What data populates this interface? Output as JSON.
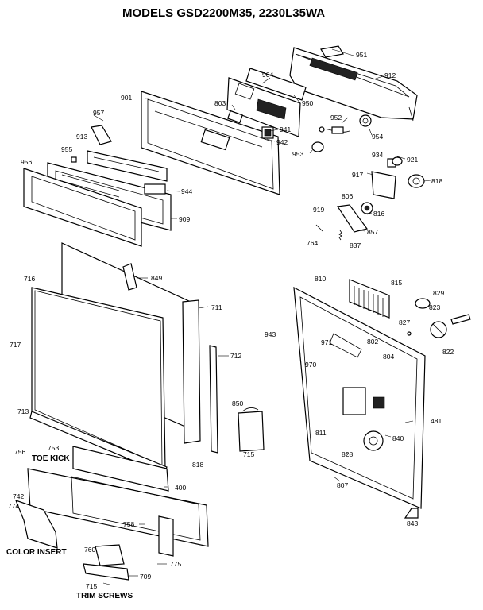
{
  "title": "MODELS GSD2200M35, 2230L35WA",
  "labels": {
    "p951": "951",
    "p912": "912",
    "p904": "904",
    "p950": "950",
    "p901": "901",
    "p803": "803",
    "p957": "957",
    "p952": "952",
    "p941": "941",
    "p954": "954",
    "p942": "942",
    "p913": "913",
    "p955": "955",
    "p953": "953",
    "p934": "934",
    "p921": "921",
    "p956": "956",
    "p917": "917",
    "p818a": "818",
    "p944": "944",
    "p806": "806",
    "p816": "816",
    "p919": "919",
    "p909": "909",
    "p857": "857",
    "p764": "764",
    "p837": "837",
    "p849": "849",
    "p716": "716",
    "p810": "810",
    "p815": "815",
    "p829": "829",
    "p711": "711",
    "p823": "823",
    "p827": "827",
    "p943": "943",
    "p717": "717",
    "p712": "712",
    "p971": "971",
    "p802": "802",
    "p822": "822",
    "p970": "970",
    "p804": "804",
    "p850": "850",
    "p481": "481",
    "p713": "713",
    "p811": "811",
    "p840": "840",
    "p753": "753",
    "p756": "756",
    "p828": "828",
    "p715a": "715",
    "p818b": "818",
    "p807": "807",
    "p400": "400",
    "p742": "742",
    "p774": "774",
    "p758": "758",
    "p843": "843",
    "p760": "760",
    "p775": "775",
    "p709": "709",
    "p715b": "715"
  },
  "captions": {
    "toe_kick": "TOE KICK",
    "color_insert": "COLOR INSERT",
    "trim_screws": "TRIM SCREWS"
  }
}
